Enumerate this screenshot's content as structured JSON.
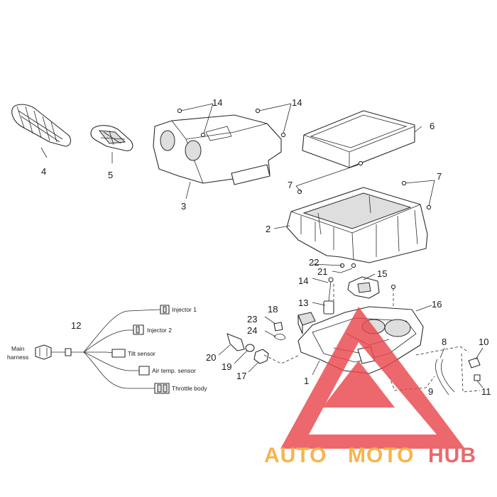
{
  "callouts": {
    "n1": "1",
    "n2": "2",
    "n3": "3",
    "n4": "4",
    "n5": "5",
    "n6": "6",
    "n7a": "7",
    "n7b": "7",
    "n8": "8",
    "n9": "9",
    "n10": "10",
    "n11": "11",
    "n12": "12",
    "n13": "13",
    "n14a": "14",
    "n14b": "14",
    "n14c": "14",
    "n15": "15",
    "n16": "16",
    "n17": "17",
    "n18": "18",
    "n19": "19",
    "n20": "20",
    "n21": "21",
    "n22": "22",
    "n23": "23",
    "n24": "24"
  },
  "harness": {
    "main_line1": "Main",
    "main_line2": "harness",
    "injector1": "Injector 1",
    "injector2": "Injector 2",
    "tilt": "Tilt sensor",
    "airtemp": "Air temp. sensor",
    "throttle": "Throttle body"
  },
  "watermark": {
    "auto": "AUTO",
    "moto": "MOTO",
    "hub": "HUB",
    "color_orange": "#f5a623",
    "color_red": "#e8474c"
  }
}
